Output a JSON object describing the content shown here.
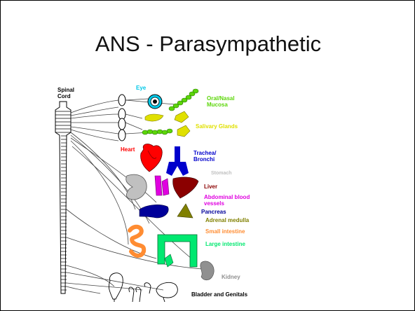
{
  "slide": {
    "title": "ANS - Parasympathetic"
  },
  "diagram": {
    "spinal_cord_label": [
      "Spinal",
      "Cord"
    ],
    "labels": {
      "eye": "Eye",
      "oral_nasal": [
        "Oral/Nasal",
        "Mucosa"
      ],
      "salivary": "Salivary Glands",
      "heart": "Heart",
      "trachea": [
        "Trachea/",
        "Bronchi"
      ],
      "stomach": "Stomach",
      "liver": "Liver",
      "abdominal_vessels": [
        "Abdominal blood",
        "vessels"
      ],
      "pancreas": "Pancreas",
      "adrenal": "Adrenal medulla",
      "small_intestine": "Small intestine",
      "large_intestine": "Large intestine",
      "kidney": "Kidney",
      "bladder": "Bladder and Genitals"
    },
    "colors": {
      "eye": "#00c8e8",
      "oral_nasal": "#5cd60a",
      "salivary": "#e0e000",
      "heart": "#ff0000",
      "trachea": "#0000cc",
      "stomach": "#c0c0c0",
      "liver": "#8b0000",
      "abdominal_vessels": "#e000e0",
      "pancreas": "#00009a",
      "adrenal": "#808000",
      "small_intestine": "#ff8c32",
      "large_intestine": "#00e870",
      "kidney": "#909090",
      "bladder": "#000000"
    }
  }
}
